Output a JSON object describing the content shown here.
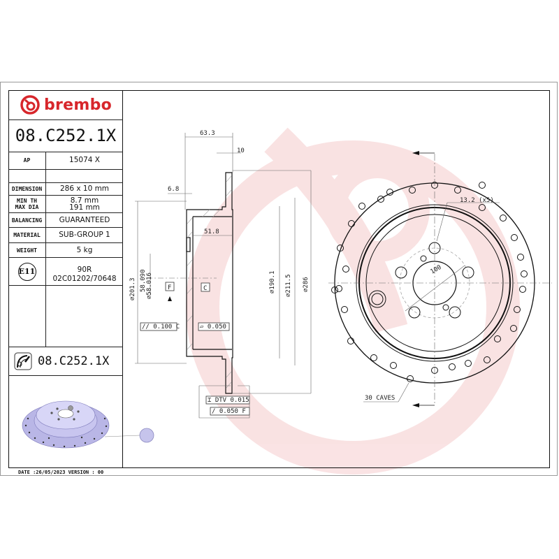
{
  "brand": {
    "name": "brembo",
    "color": "#d7262b"
  },
  "part_number": "08.C252.1X",
  "spec_table": [
    {
      "label": "AP",
      "value": "15074 X"
    },
    {
      "label": "DIMENSION",
      "value": "286 x 10 mm"
    },
    {
      "label": "MIN TH\nMAX DIA",
      "value_line1": "8.7 mm",
      "value_line2": "191 mm"
    },
    {
      "label": "BALANCING",
      "value": "GUARANTEED"
    },
    {
      "label": "MATERIAL",
      "value": "SUB-GROUP 1"
    },
    {
      "label": "WEIGHT",
      "value": "5 kg"
    }
  ],
  "approval": {
    "mark": "E11",
    "line1": "90R",
    "line2": "02C01202/70648"
  },
  "bottom_part_number": "08.C252.1X",
  "footer": {
    "text": "DATE :26/05/2023 VERSION : 00"
  },
  "side_view": {
    "dims": {
      "overall_height": "63.3",
      "thickness": "10",
      "hat_wall": "6.8",
      "inner_depth": "51.8",
      "d_hat": "⌀201.3",
      "d_center_max": "58.090",
      "d_center_min": "⌀58.016",
      "d_inner": "⌀190.1",
      "d_friction": "⌀211.5",
      "d_outer": "⌀286"
    },
    "datum_f": "F",
    "datum_c": "C",
    "tol_parallel": {
      "symbol": "//",
      "value": "0.100",
      "datum": "C"
    },
    "tol_flatness": {
      "symbol": "▱",
      "value": "0.050"
    },
    "tol_dtv": {
      "symbol": "⌶",
      "value": "DTV 0.015"
    },
    "tol_runout": {
      "symbol": "/",
      "value": "0.050",
      "datum": "F"
    }
  },
  "front_view": {
    "bolt_holes": "13.2 (x5)",
    "pcd": "100",
    "drilled_holes": "30 CAVES"
  }
}
